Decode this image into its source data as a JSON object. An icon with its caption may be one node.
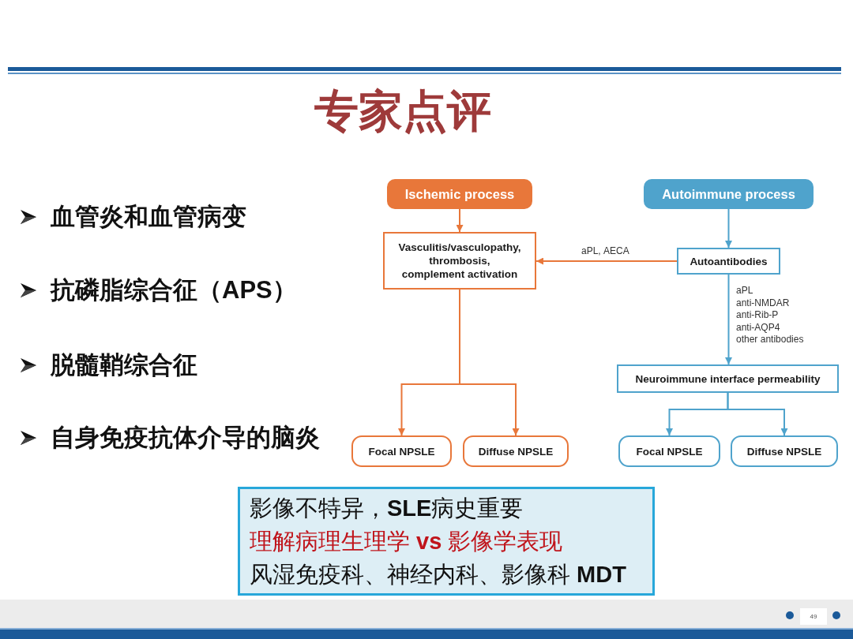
{
  "diagram": {
    "title": "专家点评",
    "nodes": [
      {
        "text": [
          "Ischemic process"
        ]
      },
      {
        "text": [
          "Autoimmune process"
        ]
      },
      {
        "text": [
          "Vasculitis/vasculopathy, thrombosis, complement activation"
        ]
      },
      {
        "text": [
          "Autoantibodies"
        ]
      },
      {
        "text": [
          "Neuroimmune interface permeability"
        ]
      },
      {
        "text": [
          "Focal NPSLE"
        ]
      },
      {
        "text": [
          "Diffuse NPSLE"
        ]
      },
      {
        "text": [
          "Focal NPSLE"
        ]
      },
      {
        "text": [
          "Diffuse NPSLE"
        ]
      },
      {
        "text": [
          "影像不特异，**SLE**病史重要",
          "理解病理生理学 **vs** 影像学表现",
          "风湿免疫科、神经内科、影像科 **MDT**"
        ]
      }
    ],
    "edges": [
      {
        "from": 0,
        "to": 2,
        "arrow": "to",
        "color": "#e8773a"
      },
      {
        "from": 1,
        "to": 3,
        "arrow": "to",
        "color": "#4fa3cc"
      },
      {
        "from": 3,
        "to": 2,
        "arrow": "to",
        "label": "aPL, AECA",
        "color": "#e8773a"
      },
      {
        "from": 3,
        "to": 4,
        "arrow": "to",
        "label": "aPL anti-NMDAR anti-Rib-P anti-AQP4 other antibodies",
        "color": "#4fa3cc"
      },
      {
        "from": 2,
        "to": 5,
        "arrow": "to",
        "color": "#e8773a"
      },
      {
        "from": 2,
        "to": 6,
        "arrow": "to",
        "color": "#e8773a"
      },
      {
        "from": 4,
        "to": 7,
        "arrow": "to",
        "color": "#4fa3cc"
      },
      {
        "from": 4,
        "to": 8,
        "arrow": "to",
        "color": "#4fa3cc"
      }
    ],
    "labels": [
      "血管炎和血管病变",
      "抗磷脂综合征（APS）",
      "脱髓鞘综合征",
      "自身免疫抗体介导的脑炎",
      "49"
    ]
  }
}
